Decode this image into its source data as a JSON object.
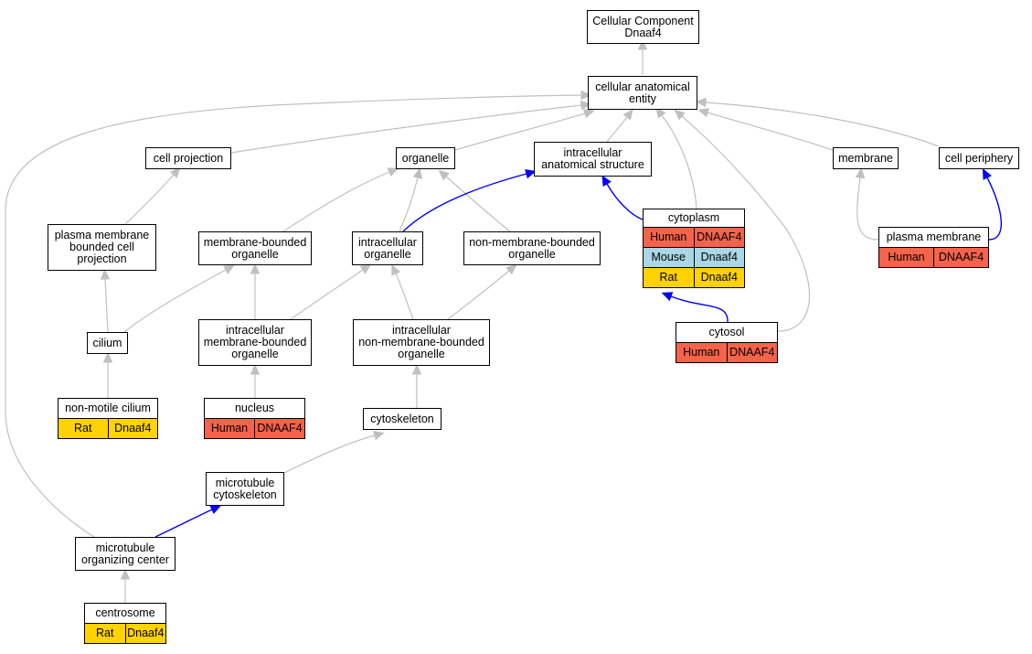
{
  "nodes": {
    "root": {
      "lines": [
        "Cellular Component",
        "Dnaaf4"
      ]
    },
    "cae": {
      "lines": [
        "cellular anatomical",
        "entity"
      ]
    },
    "cellproj": {
      "lines": [
        "cell projection"
      ]
    },
    "organelle": {
      "lines": [
        "organelle"
      ]
    },
    "ias": {
      "lines": [
        "intracellular",
        "anatomical structure"
      ]
    },
    "membrane": {
      "lines": [
        "membrane"
      ]
    },
    "cellper": {
      "lines": [
        "cell periphery"
      ]
    },
    "pmbcp": {
      "lines": [
        "plasma membrane",
        "bounded cell",
        "projection"
      ]
    },
    "mbo": {
      "lines": [
        "membrane-bounded",
        "organelle"
      ]
    },
    "io": {
      "lines": [
        "intracellular",
        "organelle"
      ]
    },
    "nmbo": {
      "lines": [
        "non-membrane-bounded",
        "organelle"
      ]
    },
    "cytoplasm": {
      "lines": [
        "cytoplasm"
      ],
      "rows": [
        {
          "species": "Human",
          "gene": "DNAAF4",
          "color": "#f4634a"
        },
        {
          "species": "Mouse",
          "gene": "Dnaaf4",
          "color": "#abd6e4"
        },
        {
          "species": "Rat",
          "gene": "Dnaaf4",
          "color": "#ffd200"
        }
      ]
    },
    "pm": {
      "lines": [
        "plasma membrane"
      ],
      "rows": [
        {
          "species": "Human",
          "gene": "DNAAF4",
          "color": "#f4634a"
        }
      ]
    },
    "cilium": {
      "lines": [
        "cilium"
      ]
    },
    "imbo": {
      "lines": [
        "intracellular",
        "membrane-bounded",
        "organelle"
      ]
    },
    "inmbo": {
      "lines": [
        "intracellular",
        "non-membrane-bounded",
        "organelle"
      ]
    },
    "cytosol": {
      "lines": [
        "cytosol"
      ],
      "rows": [
        {
          "species": "Human",
          "gene": "DNAAF4",
          "color": "#f4634a"
        }
      ]
    },
    "nmcilium": {
      "lines": [
        "non-motile cilium"
      ],
      "rows": [
        {
          "species": "Rat",
          "gene": "Dnaaf4",
          "color": "#ffd200"
        }
      ]
    },
    "nucleus": {
      "lines": [
        "nucleus"
      ],
      "rows": [
        {
          "species": "Human",
          "gene": "DNAAF4",
          "color": "#f4634a"
        }
      ]
    },
    "cytoskeleton": {
      "lines": [
        "cytoskeleton"
      ]
    },
    "mtcsk": {
      "lines": [
        "microtubule",
        "cytoskeleton"
      ]
    },
    "mtoc": {
      "lines": [
        "microtubule",
        "organizing center"
      ]
    },
    "centrosome": {
      "lines": [
        "centrosome"
      ],
      "rows": [
        {
          "species": "Rat",
          "gene": "Dnaaf4",
          "color": "#ffd200"
        }
      ]
    }
  },
  "edges": [
    {
      "from": "cae",
      "to": "root",
      "color": "#c0c0c0"
    },
    {
      "from": "cellproj",
      "to": "cae",
      "color": "#c0c0c0"
    },
    {
      "from": "organelle",
      "to": "cae",
      "color": "#c0c0c0"
    },
    {
      "from": "ias",
      "to": "cae",
      "color": "#c0c0c0"
    },
    {
      "from": "membrane",
      "to": "cae",
      "color": "#c0c0c0"
    },
    {
      "from": "cellper",
      "to": "cae",
      "color": "#c0c0c0"
    },
    {
      "from": "cytoplasm",
      "to": "cae",
      "color": "#c0c0c0"
    },
    {
      "from": "cytosol",
      "to": "cae",
      "color": "#c0c0c0"
    },
    {
      "from": "mtoc",
      "to": "cae",
      "color": "#c0c0c0"
    },
    {
      "from": "pmbcp",
      "to": "cellproj",
      "color": "#c0c0c0"
    },
    {
      "from": "mbo",
      "to": "organelle",
      "color": "#c0c0c0"
    },
    {
      "from": "io",
      "to": "organelle",
      "color": "#c0c0c0"
    },
    {
      "from": "nmbo",
      "to": "organelle",
      "color": "#c0c0c0"
    },
    {
      "from": "io",
      "to": "ias",
      "color": "#0000ff"
    },
    {
      "from": "cytoplasm",
      "to": "ias",
      "color": "#0000ff"
    },
    {
      "from": "pm",
      "to": "membrane",
      "color": "#c0c0c0"
    },
    {
      "from": "pm",
      "to": "cellper",
      "color": "#0000ff"
    },
    {
      "from": "cilium",
      "to": "pmbcp",
      "color": "#c0c0c0"
    },
    {
      "from": "cilium",
      "to": "mbo",
      "color": "#c0c0c0"
    },
    {
      "from": "imbo",
      "to": "mbo",
      "color": "#c0c0c0"
    },
    {
      "from": "imbo",
      "to": "io",
      "color": "#c0c0c0"
    },
    {
      "from": "inmbo",
      "to": "io",
      "color": "#c0c0c0"
    },
    {
      "from": "inmbo",
      "to": "nmbo",
      "color": "#c0c0c0"
    },
    {
      "from": "cytosol",
      "to": "cytoplasm",
      "color": "#0000ff"
    },
    {
      "from": "nmcilium",
      "to": "cilium",
      "color": "#c0c0c0"
    },
    {
      "from": "nucleus",
      "to": "imbo",
      "color": "#c0c0c0"
    },
    {
      "from": "cytoskeleton",
      "to": "inmbo",
      "color": "#c0c0c0"
    },
    {
      "from": "mtcsk",
      "to": "cytoskeleton",
      "color": "#c0c0c0"
    },
    {
      "from": "mtoc",
      "to": "mtcsk",
      "color": "#0000ff"
    },
    {
      "from": "centrosome",
      "to": "mtoc",
      "color": "#c0c0c0"
    }
  ]
}
